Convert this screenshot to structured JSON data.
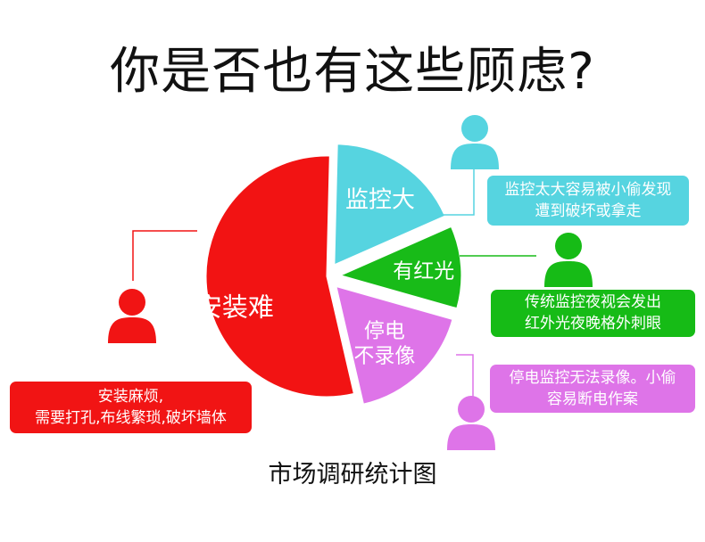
{
  "page": {
    "title": "你是否也有这些顾虑?",
    "subtitle": "市场调研统计图"
  },
  "chart_data": {
    "type": "pie",
    "title": "你是否也有这些顾虑?",
    "subtitle": "市场调研统计图",
    "legend": "none",
    "slices": [
      {
        "label": "安装难",
        "value": 54,
        "color": "#f21313",
        "exploded": false
      },
      {
        "label": "监控大",
        "value": 18,
        "color": "#56d4e0",
        "exploded": true
      },
      {
        "label": "有红光",
        "value": 11,
        "color": "#18bb18",
        "exploded": true
      },
      {
        "label": "停电\n不录像",
        "value": 17,
        "color": "#de74e8",
        "exploded": true
      }
    ]
  },
  "callouts": [
    {
      "text": "监控太大容易被小偷发现\n遭到破坏或拿走",
      "color": "#56d4e0",
      "icon": "person-icon"
    },
    {
      "text": "传统监控夜视会发出\n红外光夜晚格外刺眼",
      "color": "#16bb16",
      "icon": "person-icon"
    },
    {
      "text": "停电监控无法录像。小偷\n容易断电作案",
      "color": "#de74e8",
      "icon": "person-icon"
    },
    {
      "text": "安装麻烦,\n需要打孔,布线繁琐,破坏墙体",
      "color": "#f11414",
      "icon": "person-icon"
    }
  ]
}
